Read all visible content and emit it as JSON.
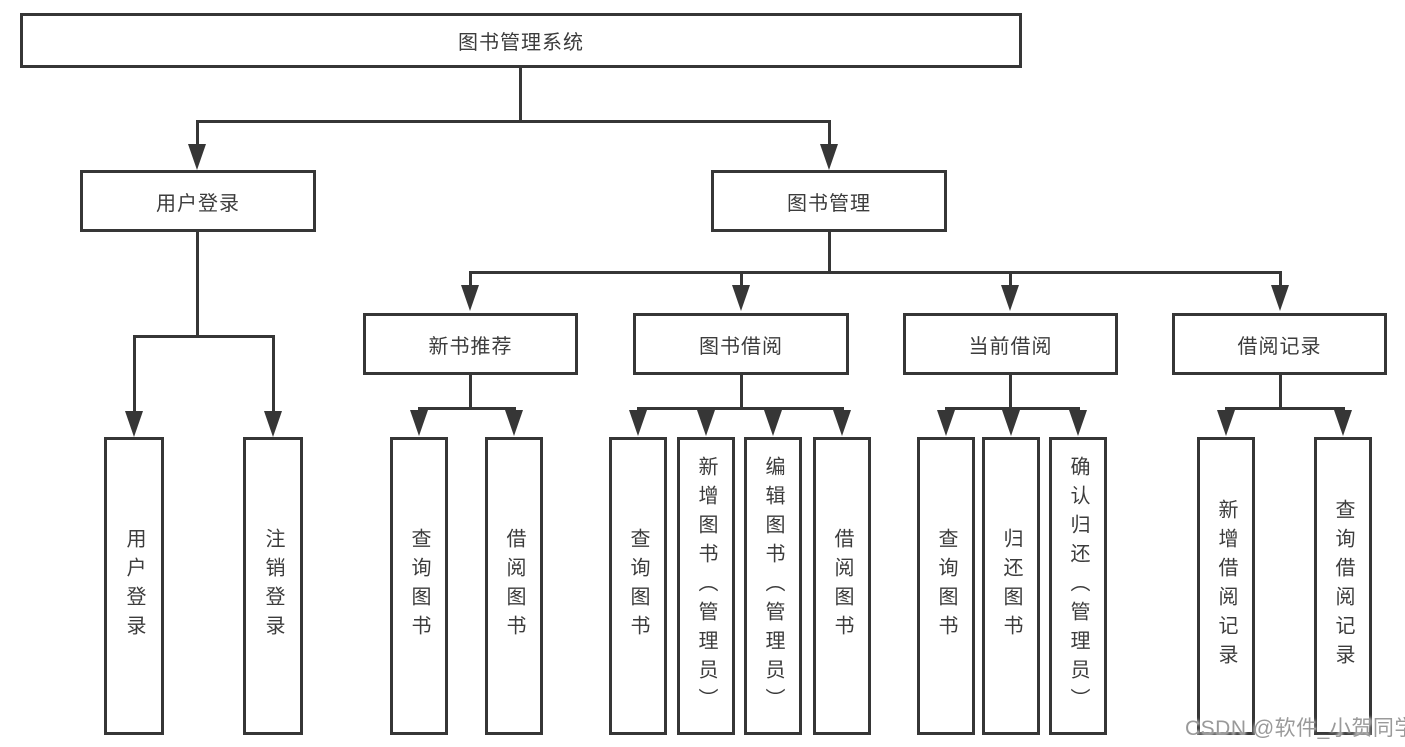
{
  "diagram": {
    "root": "图书管理系统",
    "level2": [
      {
        "label": "用户登录",
        "children": [
          "用户登录",
          "注销登录"
        ]
      },
      {
        "label": "图书管理"
      }
    ],
    "level3": [
      {
        "label": "新书推荐",
        "children": [
          "查询图书",
          "借阅图书"
        ]
      },
      {
        "label": "图书借阅",
        "children": [
          "查询图书",
          "新增图书（管理员）",
          "编辑图书（管理员）",
          "借阅图书"
        ]
      },
      {
        "label": "当前借阅",
        "children": [
          "查询图书",
          "归还图书",
          "确认归还（管理员）"
        ]
      },
      {
        "label": "借阅记录",
        "children": [
          "新增借阅记录",
          "查询借阅记录"
        ]
      }
    ]
  },
  "watermark": "CSDN @软件_小贺同学",
  "colors": {
    "line": "#363636",
    "text": "#3c3c3c",
    "watermark": "#9a9a9a",
    "background": "#ffffff"
  }
}
